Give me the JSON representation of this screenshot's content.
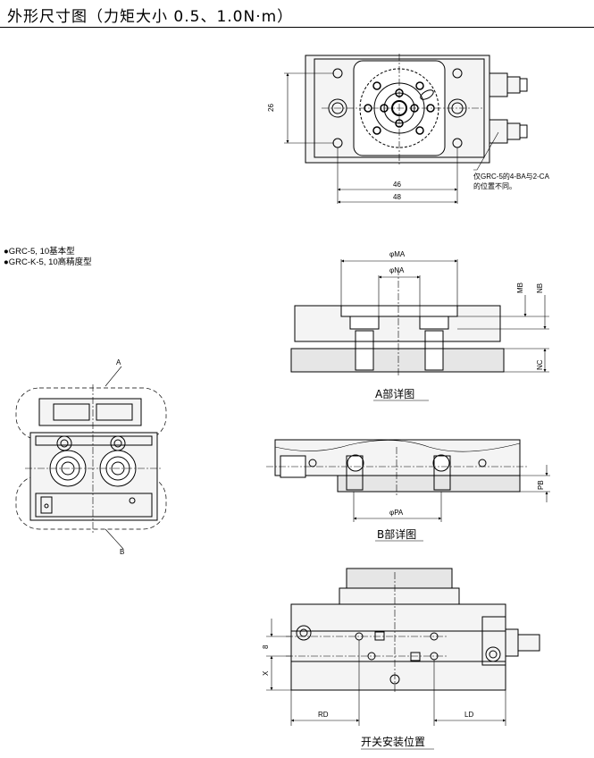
{
  "header": {
    "title": "外形尺寸图（力矩大小 0.5、1.0N·m）"
  },
  "legend": {
    "items": [
      "●GRC-5, 10基本型",
      "●GRC-K-5, 10高精度型"
    ]
  },
  "top_view": {
    "dims": {
      "height": "26",
      "inner_width": "46",
      "outer_width": "48"
    },
    "note_line1": "仅GRC-5的4-BA与2-CA",
    "note_line2": "的位置不同。"
  },
  "detail_a": {
    "caption": "A部详图",
    "dim_ma": "φMA",
    "dim_na": "φNA",
    "mb": "MB",
    "nb": "NB",
    "nc": "NC"
  },
  "detail_b": {
    "caption": "B部详图",
    "dim_pa": "φPA",
    "pb": "PB"
  },
  "side_view": {
    "markers": {
      "a": "A",
      "b": "B"
    }
  },
  "switch_view": {
    "caption": "开关安装位置",
    "dim_8": "8",
    "dim_x": "X",
    "rd": "RD",
    "ld": "LD"
  },
  "colors": {
    "line": "#000000",
    "fill": "#f4f4f4",
    "fill_dark": "#e6e6e6"
  }
}
